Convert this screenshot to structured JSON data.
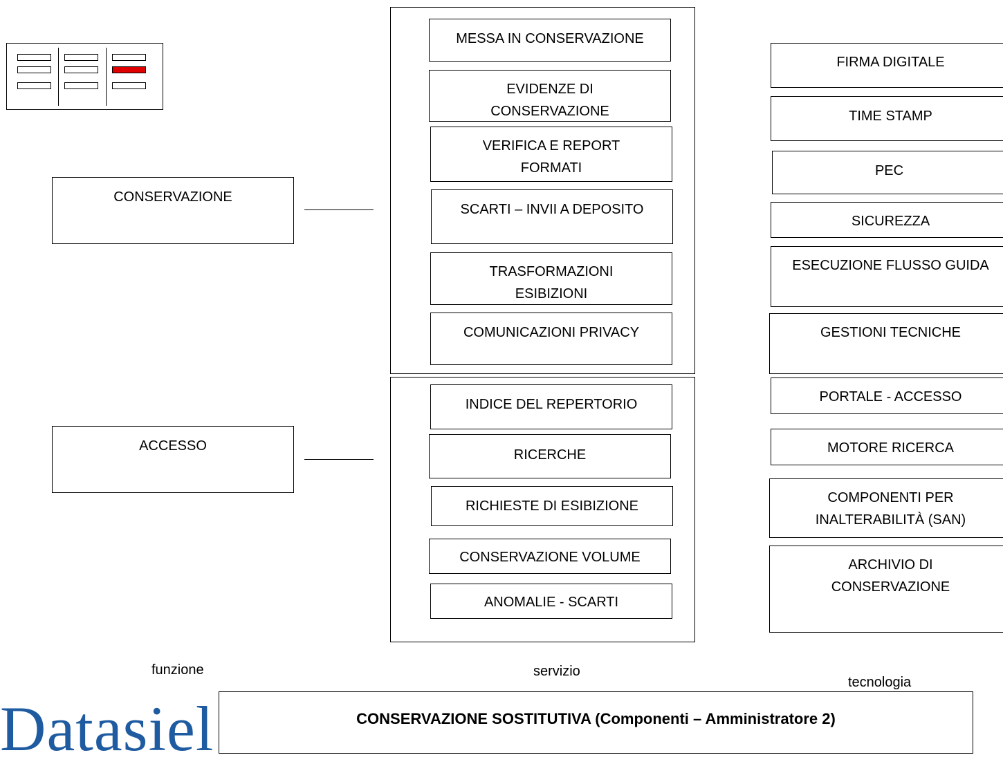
{
  "functions": {
    "conservazione": "CONSERVAZIONE",
    "accesso": "ACCESSO"
  },
  "services_conservazione": [
    "MESSA IN CONSERVAZIONE",
    "EVIDENZE DI\nCONSERVAZIONE",
    "VERIFICA E REPORT\nFORMATI",
    "SCARTI – INVII A DEPOSITO",
    "TRASFORMAZIONI\nESIBIZIONI",
    "COMUNICAZIONI PRIVACY"
  ],
  "services_accesso": [
    "INDICE DEL REPERTORIO",
    "RICERCHE",
    "RICHIESTE DI ESIBIZIONE",
    "CONSERVAZIONE VOLUME",
    "ANOMALIE - SCARTI"
  ],
  "technologies": [
    "FIRMA DIGITALE",
    "TIME STAMP",
    "PEC",
    "SICUREZZA",
    "ESECUZIONE FLUSSO GUIDA",
    "GESTIONI TECNICHE",
    "PORTALE - ACCESSO",
    "MOTORE RICERCA",
    "COMPONENTI PER\nINALTERABILITÀ  (SAN)",
    "ARCHIVIO DI\nCONSERVAZIONE"
  ],
  "column_labels": {
    "funzione": "funzione",
    "servizio": "servizio",
    "tecnologia": "tecnologia"
  },
  "title": "CONSERVAZIONE SOSTITUTIVA  (Componenti – Amministratore 2)",
  "logo_text": "Datasiel",
  "colors": {
    "highlight": "#e00000",
    "logo": "#1f5ba0"
  }
}
